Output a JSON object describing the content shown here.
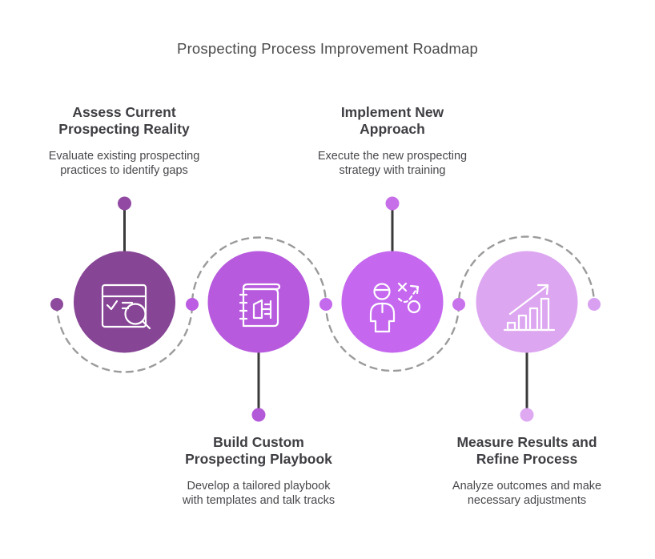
{
  "title": "Prospecting Process Improvement Roadmap",
  "steps": [
    {
      "heading": "Assess Current\nProspecting Reality",
      "subtitle": "Evaluate existing prospecting\npractices to identify gaps",
      "icon": "window-search-icon",
      "circle_color": "#874596",
      "stem_dot_color": "#9149a3"
    },
    {
      "heading": "Build Custom\nProspecting Playbook",
      "subtitle": "Develop a tailored playbook\nwith templates and talk tracks",
      "icon": "playbook-notebook-icon",
      "circle_color": "#b75ade",
      "stem_dot_color": "#b35ad8"
    },
    {
      "heading": "Implement New\nApproach",
      "subtitle": "Execute the new prospecting\nstrategy with training",
      "icon": "person-strategy-icon",
      "circle_color": "#c568ef",
      "stem_dot_color": "#c76fe9"
    },
    {
      "heading": "Measure Results and\nRefine Process",
      "subtitle": "Analyze outcomes and make\nnecessary adjustments",
      "icon": "growth-chart-icon",
      "circle_color": "#dda6f1",
      "stem_dot_color": "#dfa9f2"
    }
  ],
  "colors": {
    "path_dot_1": "#8e4b9e",
    "path_dot_2": "#bb5ce2",
    "path_dot_3": "#c46aec",
    "path_dot_4": "#c873ec",
    "path_dot_5": "#d9a0f2",
    "dashed_line": "#9b9b9b",
    "stem_line": "#3a3a3a",
    "icon_stroke": "#ffffff"
  }
}
